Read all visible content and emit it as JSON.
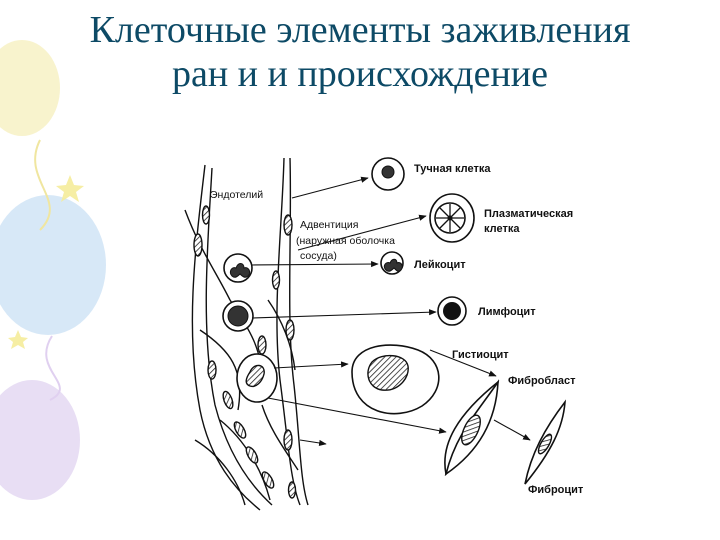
{
  "title": {
    "line1": "Клеточные элементы заживления",
    "line2": "ран и и происхождение"
  },
  "labels": {
    "endothelium": "Эндотелий",
    "adventitia_1": "Адвентиция",
    "adventitia_2": "(наружная оболочка",
    "adventitia_3": "сосуда)",
    "mast_cell": "Тучная клетка",
    "plasma_cell_1": "Плазматическая",
    "plasma_cell_2": "клетка",
    "leukocyte": "Лейкоцит",
    "lymphocyte": "Лимфоцит",
    "histiocyte": "Гистиоцит",
    "fibroblast": "Фибробласт",
    "fibrocyte": "Фиброцит"
  },
  "colors": {
    "title": "#0d4a66",
    "balloon_blue": "#cfe3f5",
    "balloon_violet": "#e3d6f2",
    "balloon_yellow": "#f5efb8"
  }
}
